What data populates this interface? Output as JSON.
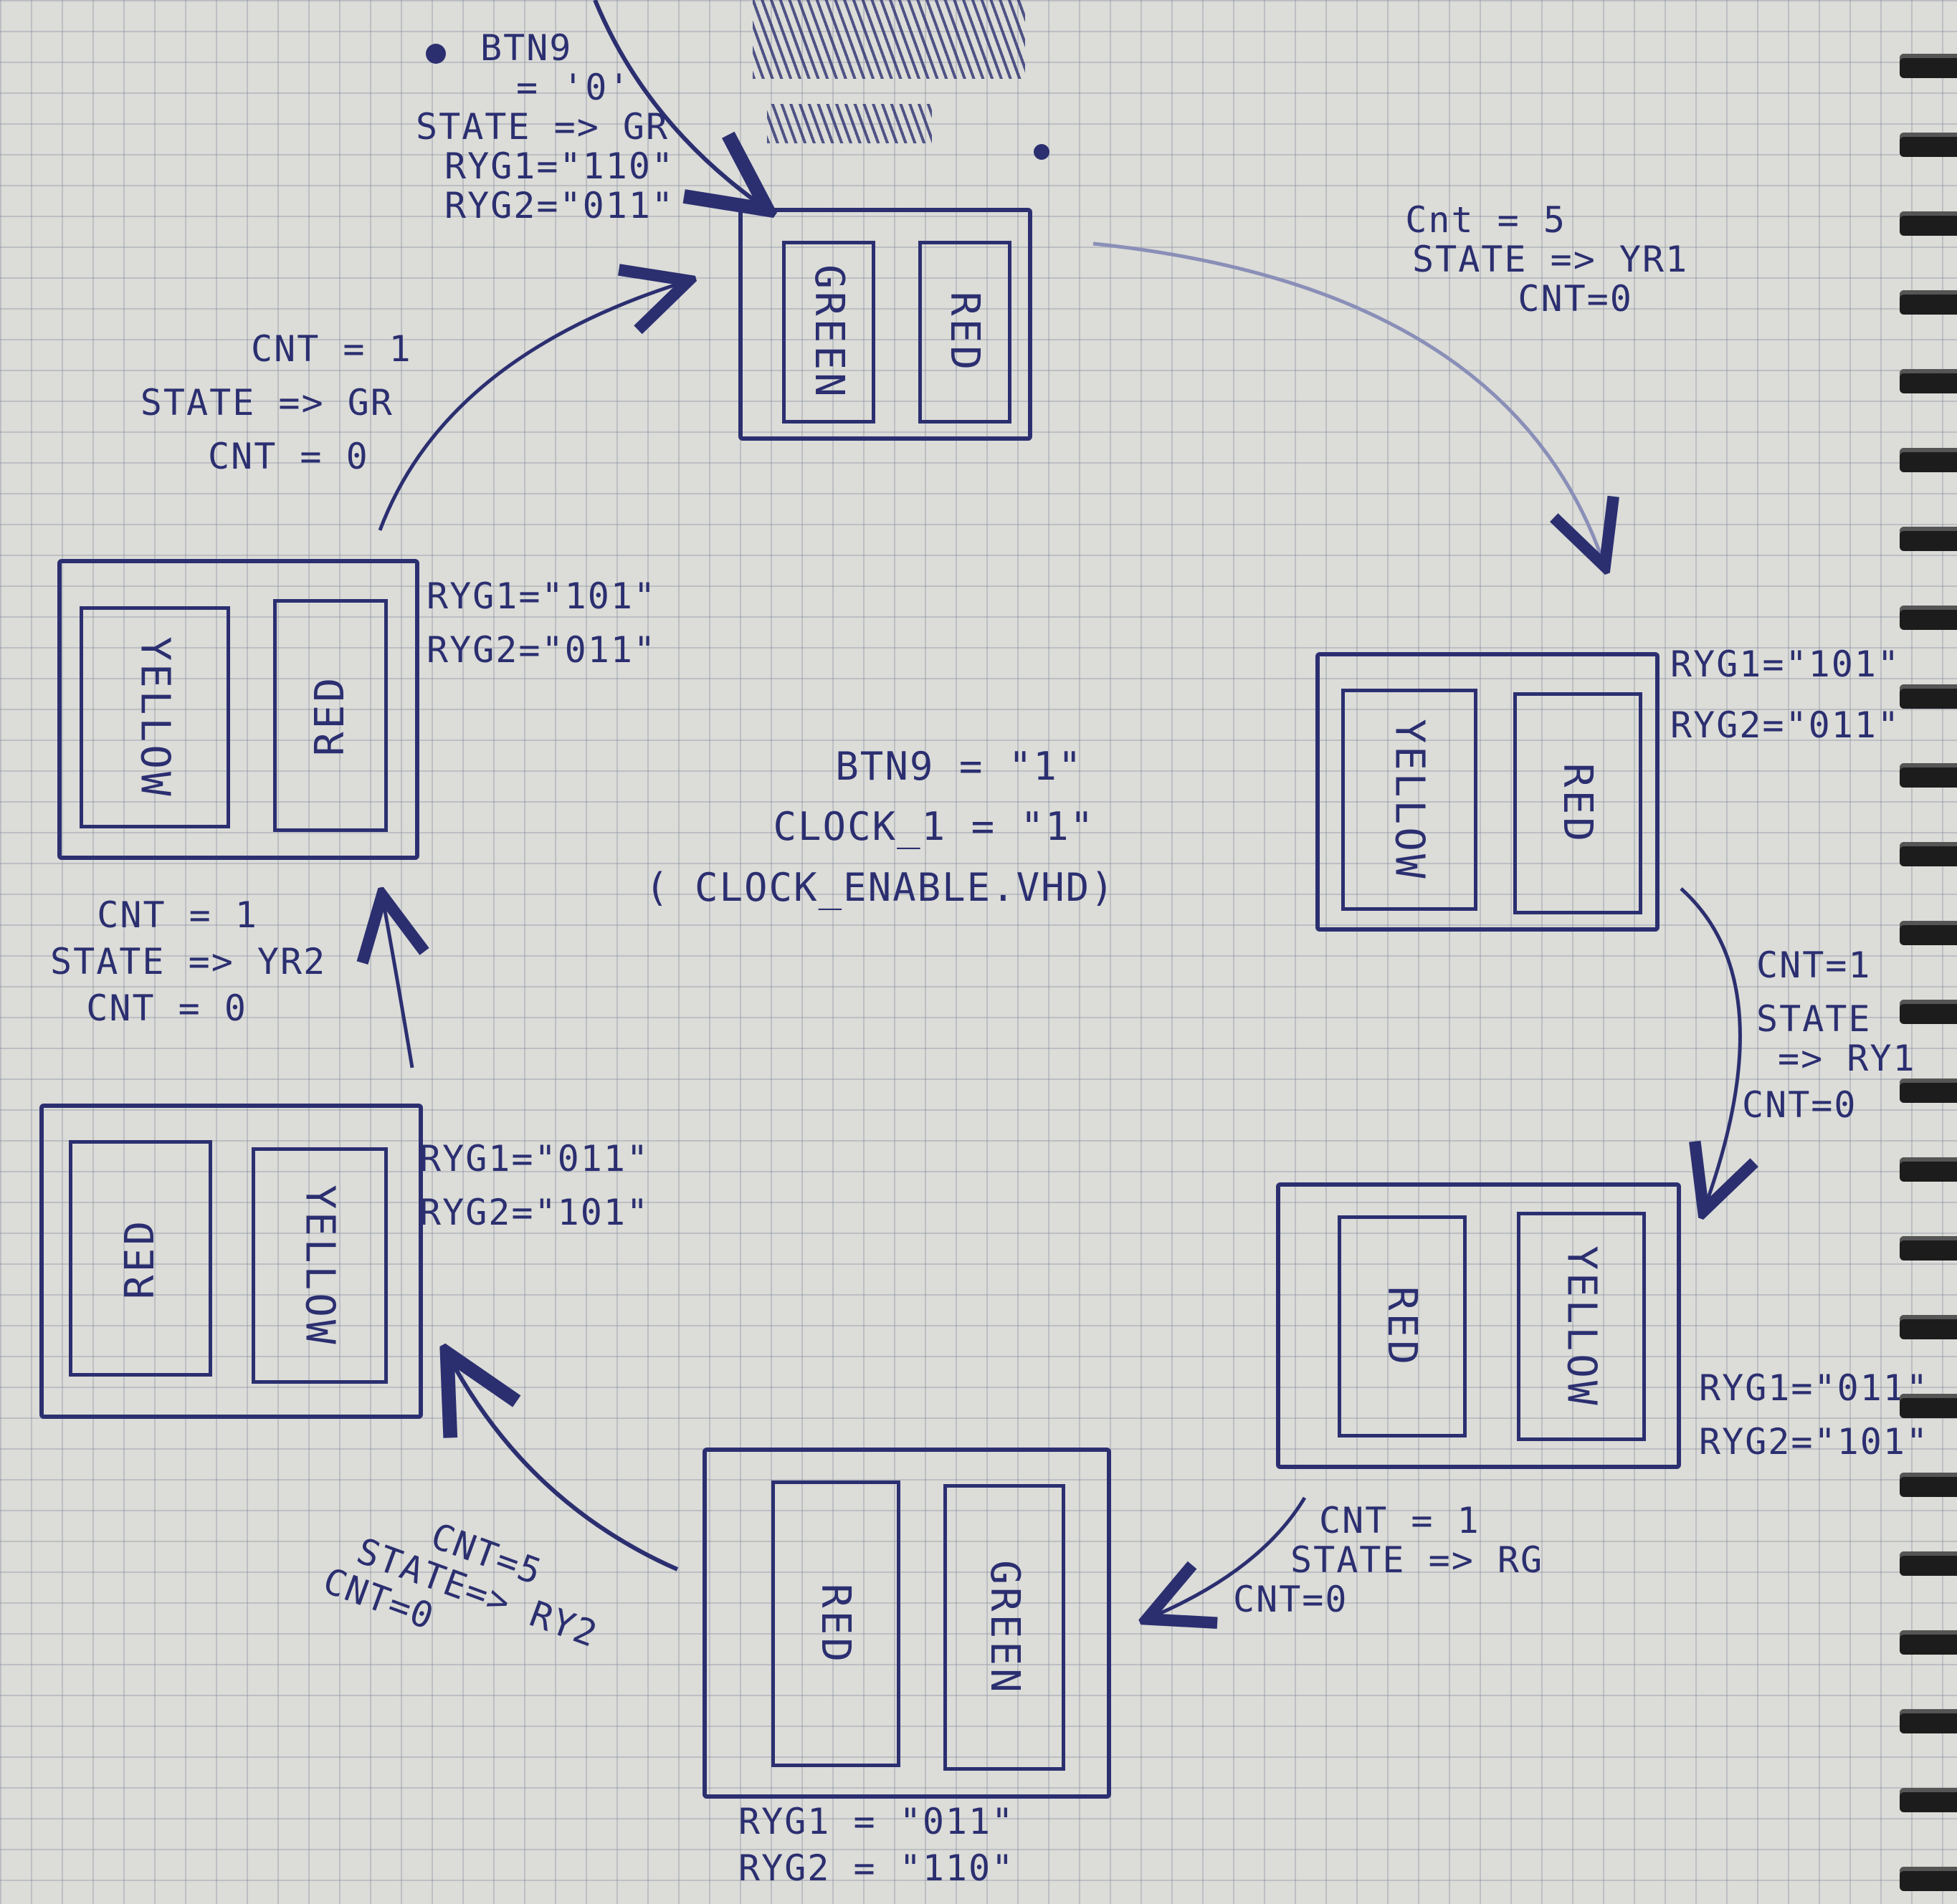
{
  "center_note": {
    "line1": "BTN9 = \"1\"",
    "line2": "CLOCK_1 = \"1\"",
    "line3": "( CLOCK_ENABLE.VHD)"
  },
  "states": {
    "top": {
      "lamp1": "GREEN",
      "lamp2": "RED"
    },
    "right_upper": {
      "lamp1": "YELLOW",
      "lamp2": "RED",
      "ryg1": "RYG1=\"101\"",
      "ryg2": "RYG2=\"011\""
    },
    "right_lower": {
      "lamp1": "RED",
      "lamp2": "YELLOW",
      "ryg1": "RYG1=\"011\"",
      "ryg2": "RYG2=\"101\""
    },
    "bottom": {
      "lamp1": "RED",
      "lamp2": "GREEN",
      "ryg1": "RYG1 = \"011\"",
      "ryg2": "RYG2 = \"110\""
    },
    "left_lower": {
      "lamp1": "RED",
      "lamp2": "YELLOW",
      "ryg1": "RYG1=\"011\"",
      "ryg2": "RYG2=\"101\""
    },
    "left_upper": {
      "lamp1": "YELLOW",
      "lamp2": "RED",
      "ryg1": "RYG1=\"101\"",
      "ryg2": "RYG2=\"011\""
    }
  },
  "transitions": {
    "top_to_right": [
      "Cnt = 5",
      "STATE => YR1",
      "CNT=0"
    ],
    "right_to_right_lower": [
      "CNT=1",
      "STATE",
      "=> RY1",
      "CNT=0"
    ],
    "right_lower_to_bottom": [
      "CNT = 1",
      "STATE => RG",
      "CNT=0"
    ],
    "bottom_to_left_lower": [
      "CNT=5",
      "STATE=> RY2",
      "CNT=0"
    ],
    "left_lower_to_left_upper": [
      "CNT = 1",
      "STATE => YR2",
      "CNT = 0"
    ],
    "left_upper_to_top": [
      "CNT = 1",
      "STATE => GR",
      "CNT = 0"
    ]
  },
  "entry_note": {
    "line1": "BTN9",
    "line2": "= '0'",
    "line3": "STATE => GR",
    "line4": "RYG1=\"110\"",
    "line5": "RYG2=\"011\""
  },
  "colors": {
    "ink": "#2b2f70",
    "paper": "#dcdcd8",
    "grid": "#8c96a8",
    "binding": "#1c1c1c"
  }
}
